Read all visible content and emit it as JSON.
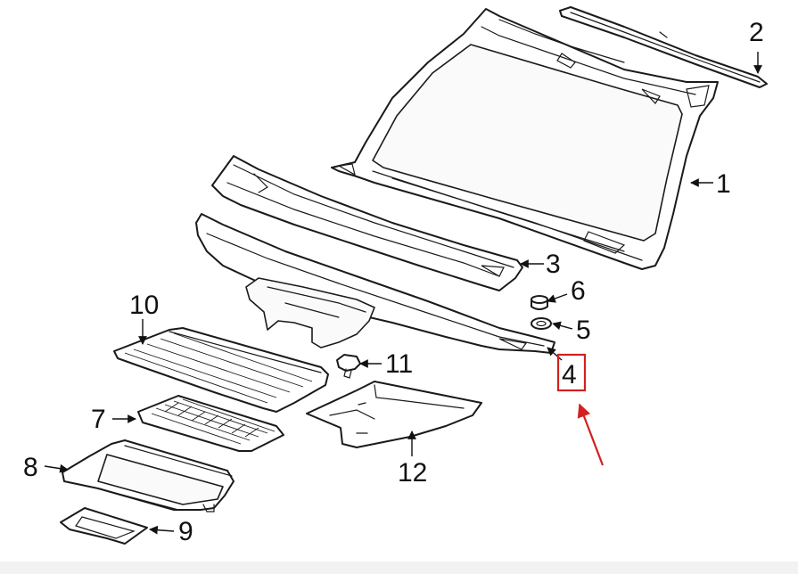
{
  "callouts": [
    {
      "id": "c1",
      "label": "1"
    },
    {
      "id": "c2",
      "label": "2"
    },
    {
      "id": "c3",
      "label": "3"
    },
    {
      "id": "c4",
      "label": "4"
    },
    {
      "id": "c5",
      "label": "5"
    },
    {
      "id": "c6",
      "label": "6"
    },
    {
      "id": "c7",
      "label": "7"
    },
    {
      "id": "c8",
      "label": "8"
    },
    {
      "id": "c9",
      "label": "9"
    },
    {
      "id": "c10",
      "label": "10"
    },
    {
      "id": "c11",
      "label": "11"
    },
    {
      "id": "c12",
      "label": "12"
    }
  ],
  "highlight": {
    "target": "4",
    "box_color": "#d32020",
    "arrow_color": "#d32020"
  },
  "colors": {
    "line": "#1a1a1a",
    "background": "#ffffff"
  }
}
